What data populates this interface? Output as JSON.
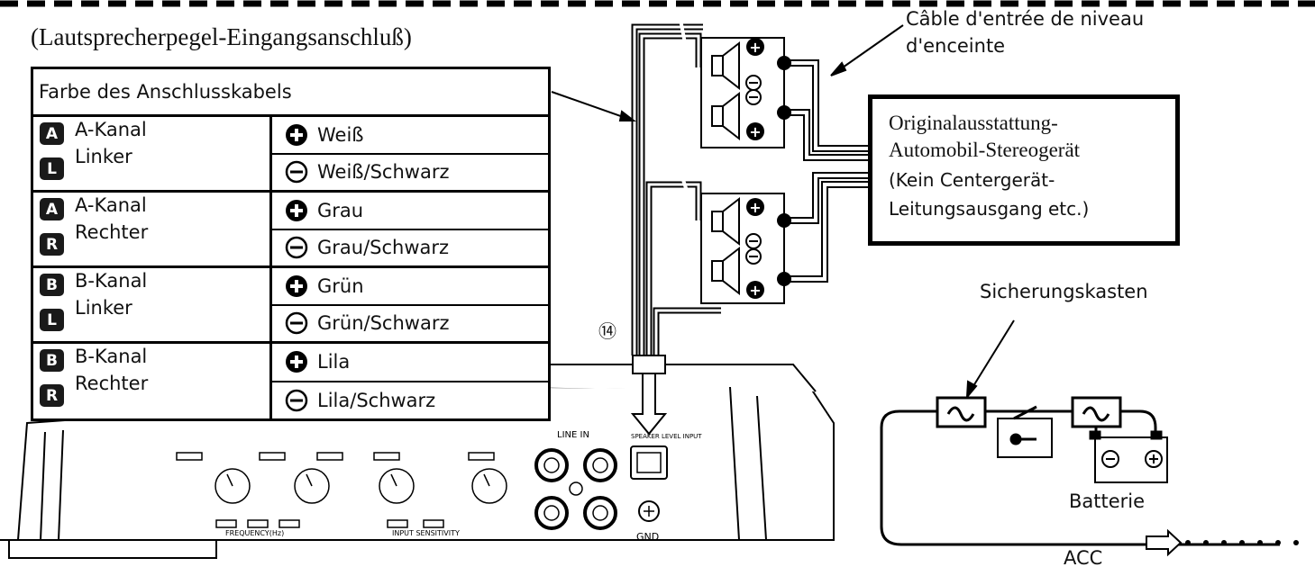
{
  "title": "(Lautsprecherpegel-Eingangsanschluß)",
  "speaker_cable_label": "Câble d'entrée de niveau d'enceinte",
  "oem_box": {
    "line1": "Originalausstattung-",
    "line2": "Automobil-Stereogerät",
    "line3": "(Kein Centergerät-",
    "line4": "Leitungsausgang etc.)"
  },
  "fuse_box_label": "Sicherungskasten",
  "battery_label": "Batterie",
  "acc_label": "ACC",
  "connector_number": "⑭",
  "table": {
    "header": "Farbe des Anschlusskabels",
    "groups": [
      {
        "badge1": "A",
        "badge2": "L",
        "channel": "A-Kanal",
        "side": "Linker",
        "plus": "Weiß",
        "minus": "Weiß/Schwarz"
      },
      {
        "badge1": "A",
        "badge2": "R",
        "channel": "A-Kanal",
        "side": "Rechter",
        "plus": "Grau",
        "minus": "Grau/Schwarz"
      },
      {
        "badge1": "B",
        "badge2": "L",
        "channel": "B-Kanal",
        "side": "Linker",
        "plus": "Grün",
        "minus": "Grün/Schwarz"
      },
      {
        "badge1": "B",
        "badge2": "R",
        "channel": "B-Kanal",
        "side": "Rechter",
        "plus": "Lila",
        "minus": "Lila/Schwarz"
      }
    ]
  },
  "amp_panel": {
    "line_in": "LINE IN",
    "gnd": "GND",
    "speaker_input": "SPEAKER LEVEL INPUT",
    "frequency": "FREQUENCY(Hz)",
    "input_sensitivity": "INPUT SENSITIVITY"
  },
  "colors": {
    "line": "#000000",
    "amp_fill": "#ffffff"
  }
}
